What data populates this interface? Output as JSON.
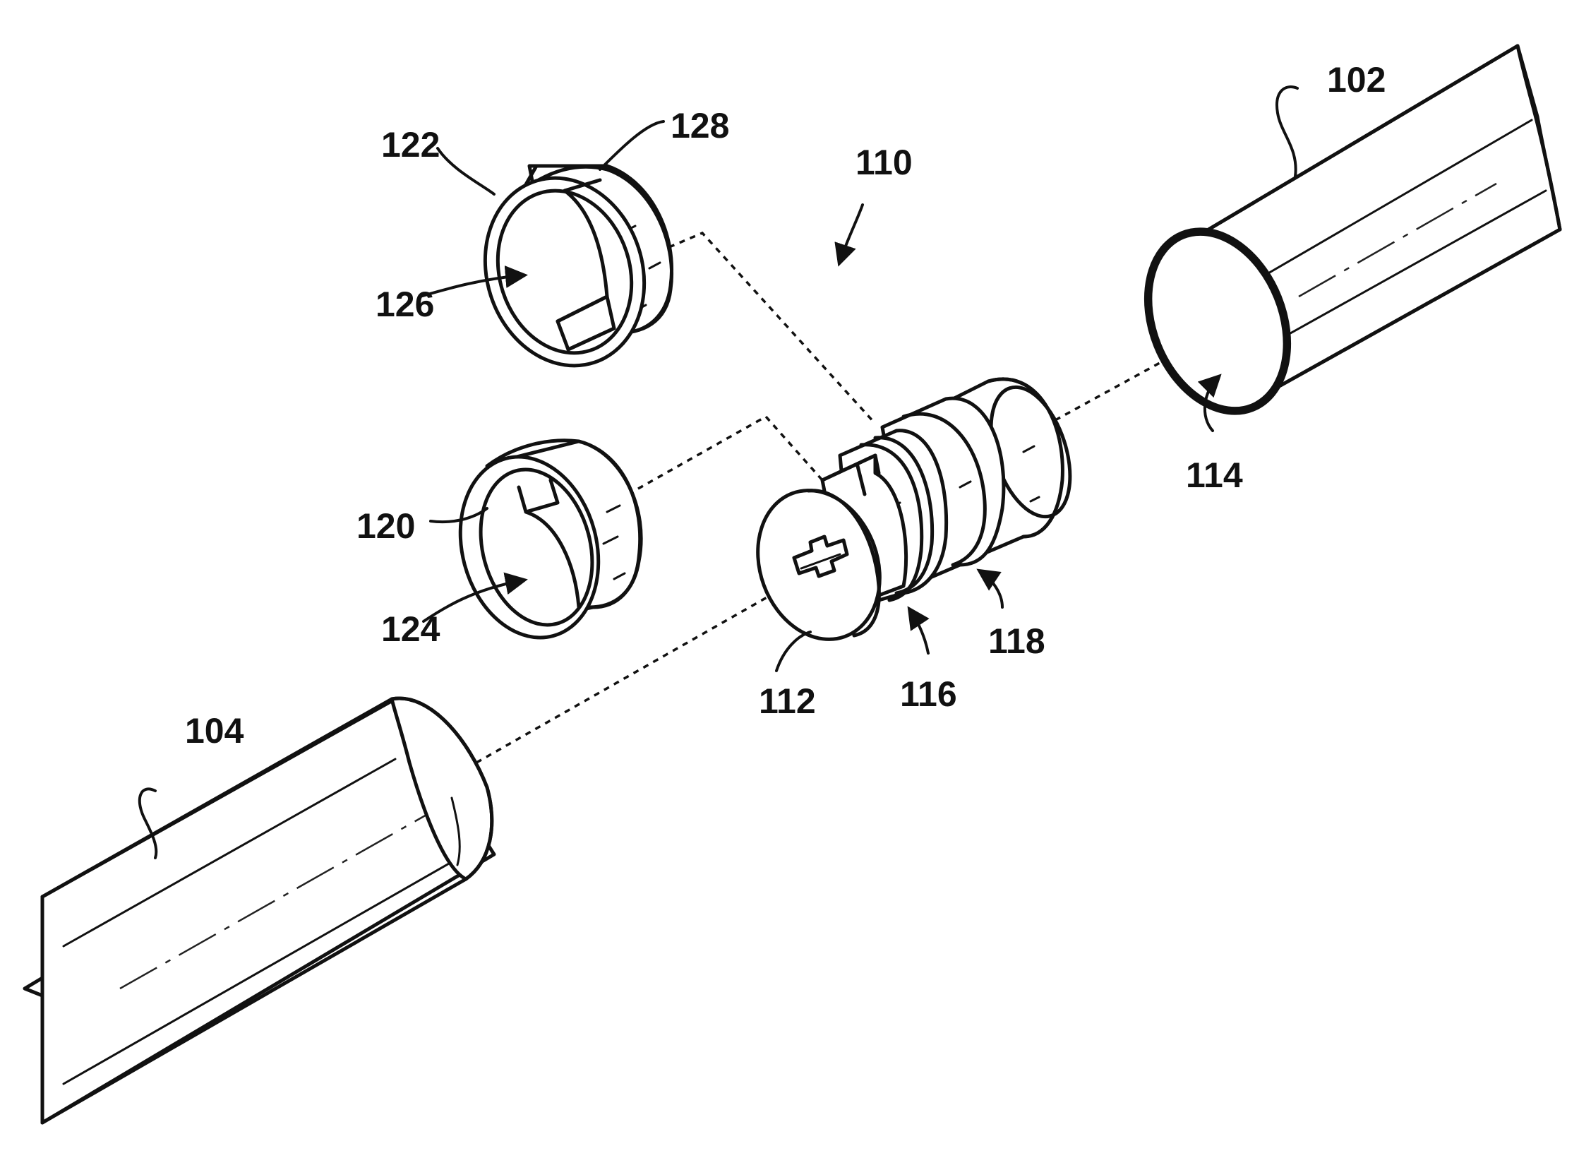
{
  "figure": {
    "labels": {
      "ref_102": "102",
      "ref_104": "104",
      "ref_110": "110",
      "ref_112": "112",
      "ref_114": "114",
      "ref_116": "116",
      "ref_118": "118",
      "ref_120": "120",
      "ref_122": "122",
      "ref_124": "124",
      "ref_126": "126",
      "ref_128": "128"
    }
  }
}
